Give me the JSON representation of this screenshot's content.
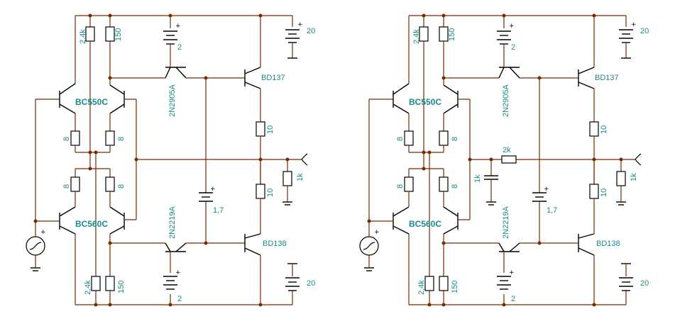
{
  "left": {
    "r_2k4_top": "2,4k",
    "r_150_top": "150",
    "bat_top_v": "2",
    "supply_pos": "20",
    "q_2n2905": "2N2905A",
    "q_bd137": "BD137",
    "q_bc550": "BC550C",
    "r8_a": "8",
    "r8_b": "8",
    "r10_top": "10",
    "r1k_out": "1k",
    "r8_c": "8",
    "r8_d": "8",
    "bat_mid_v": "1,7",
    "r10_bot": "10",
    "q_2n2219": "2N2219A",
    "q_bc560": "BC560C",
    "q_bd138": "BD138",
    "supply_neg": "20",
    "r_2k4_bot": "2,4k",
    "r_150_bot": "150",
    "bat_bot_v": "2"
  },
  "right": {
    "r_2k4_top": "2,4k",
    "r_150_top": "150",
    "bat_top_v": "2",
    "supply_pos": "20",
    "q_2n2905": "2N2905A",
    "q_bd137": "BD137",
    "q_bc550": "BC550C",
    "r8_a": "8",
    "r8_b": "8",
    "r10_top": "10",
    "r_2k_fb": "2k",
    "r1k_out": "1k",
    "c_1k": "1k",
    "r8_c": "8",
    "r8_d": "8",
    "bat_mid_v": "1,7",
    "r10_bot": "10",
    "q_2n2219": "2N2219A",
    "q_bc560": "BC560C",
    "q_bd138": "BD138",
    "supply_neg": "20",
    "r_2k4_bot": "2,4k",
    "r_150_bot": "150",
    "bat_bot_v": "2"
  }
}
